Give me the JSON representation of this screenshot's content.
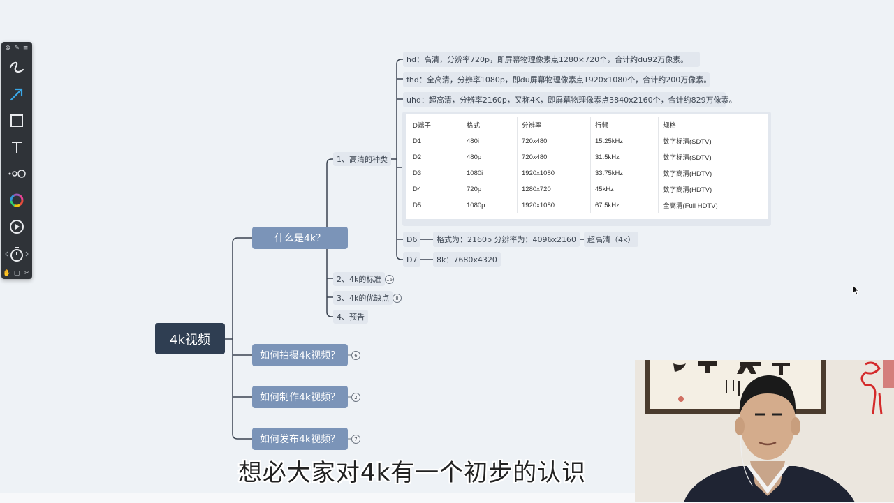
{
  "mindmap": {
    "root": "4k视频",
    "branches": [
      {
        "label": "什么是4k？"
      },
      {
        "label": "如何拍摄4k视频？",
        "badge": "6"
      },
      {
        "label": "如何制作4k视频？",
        "badge": "2"
      },
      {
        "label": "如何发布4k视频？",
        "badge": "7"
      }
    ],
    "sub": [
      {
        "label": "1、高清的种类"
      },
      {
        "label": "2、4k的标准",
        "badge": "16"
      },
      {
        "label": "3、4k的优缺点",
        "badge": "8"
      },
      {
        "label": "4、预告"
      }
    ],
    "leaves": {
      "hd": "hd：高清，分辨率720p，即屏幕物理像素点1280×720个，合计约du92万像素。",
      "fhd": "fhd：全高清，分辨率1080p，即du屏幕物理像素点1920x1080个，合计约200万像素。",
      "uhd": "uhd：超高清，分辨率2160p，又称4K，即屏幕物理像素点3840x2160个，合计约829万像素。",
      "d6": "D6",
      "d6_format": "格式为：2160p 分辨率为：4096x2160",
      "d6_class": "超高清（4k）",
      "d7": "D7",
      "d7_format": "8k：7680x4320"
    },
    "table": {
      "headers": [
        "D端子",
        "格式",
        "分辨率",
        "行频",
        "规格"
      ],
      "rows": [
        [
          "D1",
          "480i",
          "720x480",
          "15.25kHz",
          "数字标清(SDTV)"
        ],
        [
          "D2",
          "480p",
          "720x480",
          "31.5kHz",
          "数字标清(SDTV)"
        ],
        [
          "D3",
          "1080i",
          "1920x1080",
          "33.75kHz",
          "数字高清(HDTV)"
        ],
        [
          "D4",
          "720p",
          "1280x720",
          "45kHz",
          "数字高清(HDTV)"
        ],
        [
          "D5",
          "1080p",
          "1920x1080",
          "67.5kHz",
          "全高清(Full HDTV)"
        ]
      ]
    }
  },
  "subtitle": "想必大家对4k有一个初步的认识",
  "colors": {
    "root_bg": "#2f3e52",
    "branch_bg": "#7b94b8",
    "leaf_bg": "#e2e7ee",
    "connector": "#3a4350",
    "canvas_bg": "#eef2f6"
  },
  "toolbar": {
    "tools": [
      "pen-icon",
      "arrow-icon",
      "rectangle-icon",
      "text-icon",
      "line-width-icon",
      "color-wheel-icon",
      "play-icon",
      "timer-icon"
    ]
  }
}
